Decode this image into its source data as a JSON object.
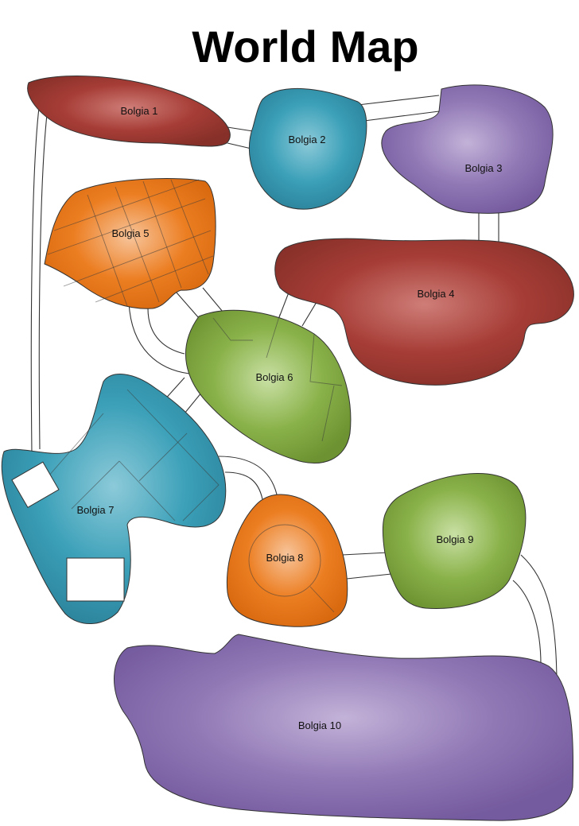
{
  "title": "World Map",
  "regions": [
    {
      "id": "bolgia-1",
      "label": "Bolgia 1",
      "color": "#a63a33"
    },
    {
      "id": "bolgia-2",
      "label": "Bolgia 2",
      "color": "#2f97ae"
    },
    {
      "id": "bolgia-3",
      "label": "Bolgia 3",
      "color": "#8b6db0"
    },
    {
      "id": "bolgia-4",
      "label": "Bolgia 4",
      "color": "#a63a33"
    },
    {
      "id": "bolgia-5",
      "label": "Bolgia 5",
      "color": "#e87516"
    },
    {
      "id": "bolgia-6",
      "label": "Bolgia 6",
      "color": "#7ea83a"
    },
    {
      "id": "bolgia-7",
      "label": "Bolgia 7",
      "color": "#2f97ae"
    },
    {
      "id": "bolgia-8",
      "label": "Bolgia 8",
      "color": "#e87516"
    },
    {
      "id": "bolgia-9",
      "label": "Bolgia 9",
      "color": "#7ea83a"
    },
    {
      "id": "bolgia-10",
      "label": "Bolgia 10",
      "color": "#8b6db0"
    }
  ]
}
